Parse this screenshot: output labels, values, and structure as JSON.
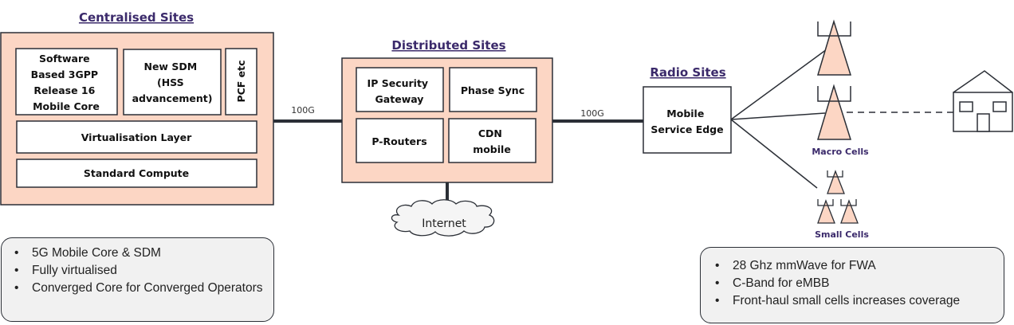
{
  "colors": {
    "site_fill": "#fcd6c4",
    "border": "#2b2f36",
    "title": "#3b2a6b",
    "note_fill": "#f1f1f1"
  },
  "centralised": {
    "title": "Centralised Sites",
    "core_lines": [
      "Software",
      "Based 3GPP",
      "Release 16",
      "Mobile Core"
    ],
    "sdm_lines": [
      "New SDM",
      "(HSS",
      "advancement)"
    ],
    "pcf": "PCF etc",
    "virtualisation": "Virtualisation Layer",
    "compute": "Standard Compute"
  },
  "links": {
    "central_to_distributed": "100G",
    "distributed_to_radio": "100G"
  },
  "distributed": {
    "title": "Distributed Sites",
    "ipsec_lines": [
      "IP Security",
      "Gateway"
    ],
    "phase_sync": "Phase Sync",
    "p_routers": "P-Routers",
    "cdn_lines": [
      "CDN",
      "mobile"
    ],
    "internet": "Internet"
  },
  "radio": {
    "title": "Radio Sites",
    "mse_lines": [
      "Mobile",
      "Service Edge"
    ],
    "macro_label": "Macro Cells",
    "small_label": "Small Cells"
  },
  "notes": {
    "left": [
      "5G Mobile  Core & SDM",
      "Fully virtualised",
      "Converged Core for Converged Operators"
    ],
    "right": [
      "28 Ghz mmWave for FWA",
      "C-Band for eMBB",
      "Front-haul small cells increases coverage"
    ]
  }
}
